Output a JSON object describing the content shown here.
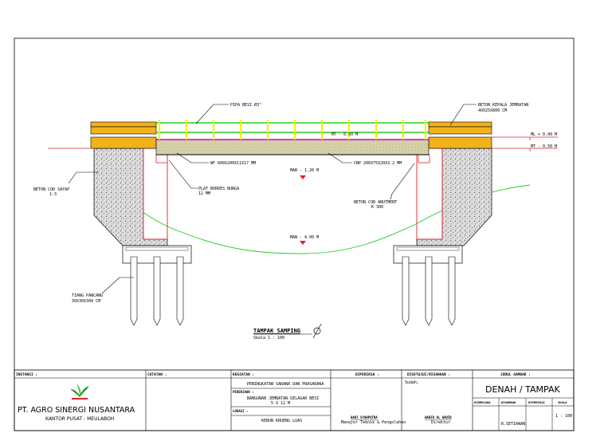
{
  "labels": {
    "pipa_besi": "PIPA BESI Ø3\"",
    "beton_kepala_line1": "BETON KEPALA JEMBATAN",
    "beton_kepala_line2": "40X25X800 CM",
    "ml": "ML + 0.00 M",
    "mt": "MT - 0.50 M",
    "mt_inner": "MT - 0.50 M",
    "wf": "WF 600X200X11X17 MM",
    "cnp": "CNP 200X75X20X3.2 MM",
    "mab": "MAB - 1.20 M",
    "plat_line1": "PLAT BORDES BUNGA",
    "plat_line2": "12 MM",
    "beton_sayap_line1": "BETON COR SAYAP",
    "beton_sayap_line2": "1:3",
    "beton_abutment_line1": "BETON COR ABUTMENT",
    "beton_abutment_line2": "K 300",
    "man": "MAN - 4.00 M",
    "tiang_line1": "TIANG PANCANG",
    "tiang_line2": "30X30X300 CM",
    "view_title": "TAMPAK SAMPING",
    "view_scale": "Skala 1 : 100"
  },
  "title_block": {
    "instansi_label": "INSTANSI :",
    "catatan_label": "CATATAN :",
    "kegiatan_label": "KEGIATAN :",
    "kegiatan_value": "PENINGKATAN SARANA DAN PRASARANA",
    "pekerjaan_label": "PEKERJAAN :",
    "pekerjaan_value_1": "BANGUNAN JEMBATAN GELAGAR BESI",
    "pekerjaan_value_2": "5 X 12 M",
    "lokasi_label": "LOKASI :",
    "lokasi_value": "KEBUN KRUENG LUAS",
    "diperiksa_label": "DIPERIKSA :",
    "disetujui_label": "DISETUJUI/DISAHKAN :",
    "judul_label": "JUDUL GAMBAR :",
    "judul_value": "DENAH / TAMPAK",
    "company_name": "PT. AGRO SINERGI NUSANTARA",
    "company_office": "KANTOR PUSAT - MEULABOH",
    "checker_name": "HADI SYAHPUTRA",
    "checker_role": "Manajer Teknik & Pengolahan",
    "approver_prefix": "Sudah,",
    "approver_name": "WAHID AL HADID",
    "approver_role": "Direktur",
    "col_direncana": "DIRENCANA",
    "col_digambar": "DIGAMBAR",
    "col_diperiksa": "DIPERIKSA",
    "col_skala": "SKALA",
    "drawer_name": "R.SETIAWAN",
    "scale_value": "1 : 100"
  },
  "colors": {
    "green_line": "#22cc22",
    "red_line": "#e0202a",
    "yellow": "#f2f200",
    "orange": "#f2b21a",
    "magenta": "#d000d0",
    "deck_fill": "#d4d0a8",
    "wing_fill": "#d8d8d8"
  }
}
